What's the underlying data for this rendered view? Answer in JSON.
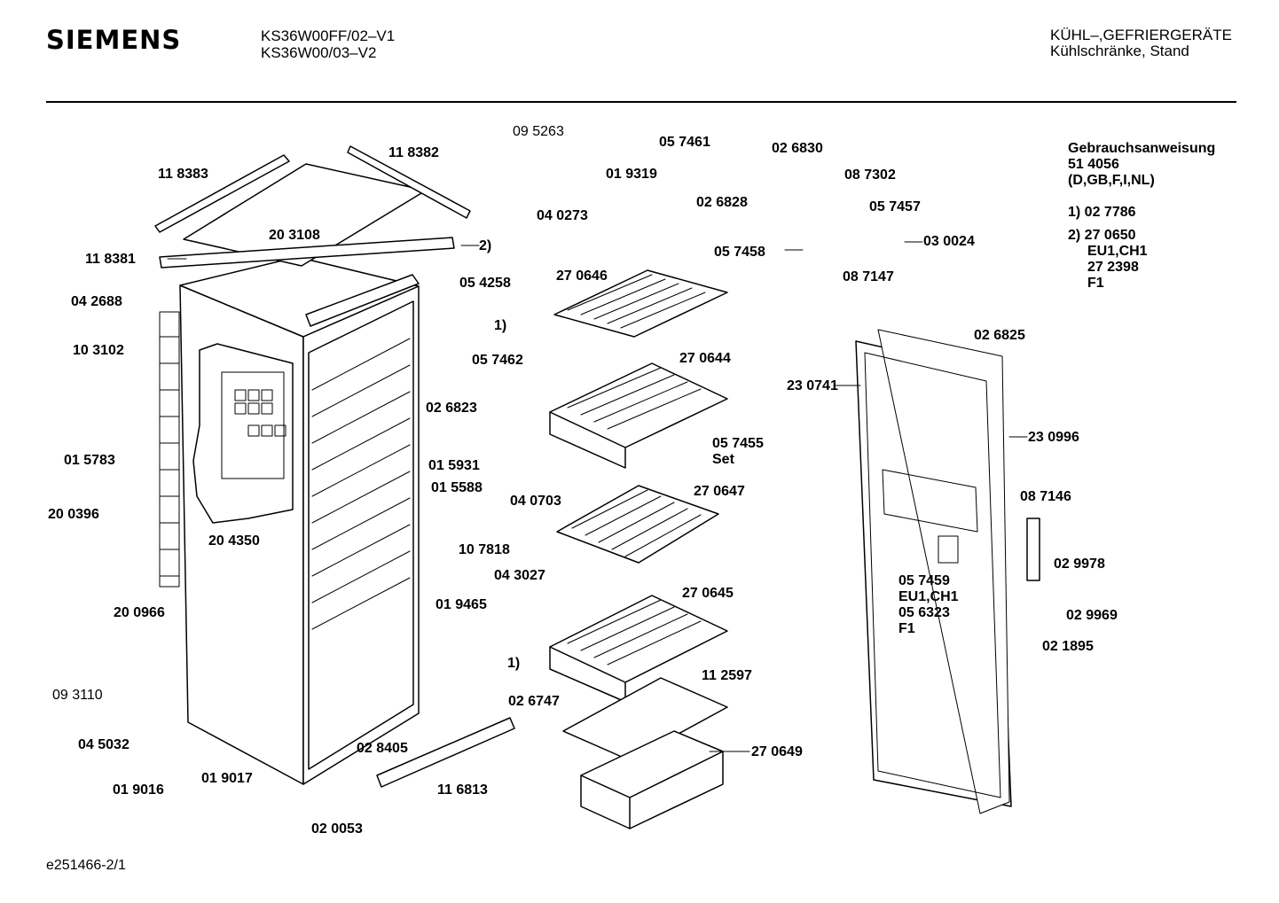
{
  "header": {
    "brand": "SIEMENS",
    "models": [
      "KS36W00FF/02–V1",
      "KS36W00/03–V2"
    ],
    "category_line1": "KÜHL–,GEFRIERGERÄTE",
    "category_line2": "Kühlschränke, Stand"
  },
  "info": {
    "title": "Gebrauchsanweisung",
    "number": "51 4056",
    "langs": "(D,GB,F,I,NL)",
    "note1": "1) 02 7786",
    "note2": "2) 27 0650",
    "note2_line2": "EU1,CH1",
    "note2_line3": "27 2398",
    "note2_line4": "F1"
  },
  "parts": {
    "p118383": "11 8383",
    "p118382": "11 8382",
    "p203108": "20 3108",
    "p2": "2)",
    "p118381": "11 8381",
    "p042688": "04 2688",
    "p103102": "10 3102",
    "p015783": "01 5783",
    "p200396": "20 0396",
    "p204350": "20 4350",
    "p200966": "20 0966",
    "p093110": "09 3110",
    "p045032": "04 5032",
    "p019016": "01 9016",
    "p019017": "01 9017",
    "p020053": "02 0053",
    "p095263": "09 5263",
    "p019319": "01 9319",
    "p040273": "04 0273",
    "p054258": "05 4258",
    "p1a": "1)",
    "p057462": "05 7462",
    "p026823": "02 6823",
    "p015931": "01 5931",
    "p015588": "01 5588",
    "p040703": "04 0703",
    "p107818": "10 7818",
    "p043027": "04 3027",
    "p019465": "01 9465",
    "p1b": "1)",
    "p026747": "02 6747",
    "p028405": "02 8405",
    "p116813": "11 6813",
    "p057461": "05 7461",
    "p026830": "02 6830",
    "p087302": "08 7302",
    "p026828": "02 6828",
    "p057457": "05 7457",
    "p057458": "05 7458",
    "p030024": "03 0024",
    "p087147": "08 7147",
    "p270646": "27 0646",
    "p270644": "27 0644",
    "p057455": "05 7455",
    "p057455b": "Set",
    "p270647": "27 0647",
    "p270645": "27 0645",
    "p112597": "11 2597",
    "p270649": "27 0649",
    "p026825": "02 6825",
    "p230741": "23 0741",
    "p230996": "23 0996",
    "p087146": "08 7146",
    "p029978": "02 9978",
    "p029969": "02 9969",
    "p021895": "02 1895",
    "p057459": "05 7459",
    "p057459b": "EU1,CH1",
    "p057459c": "05 6323",
    "p057459d": "F1"
  },
  "footer": {
    "code": "e251466-2/1"
  }
}
